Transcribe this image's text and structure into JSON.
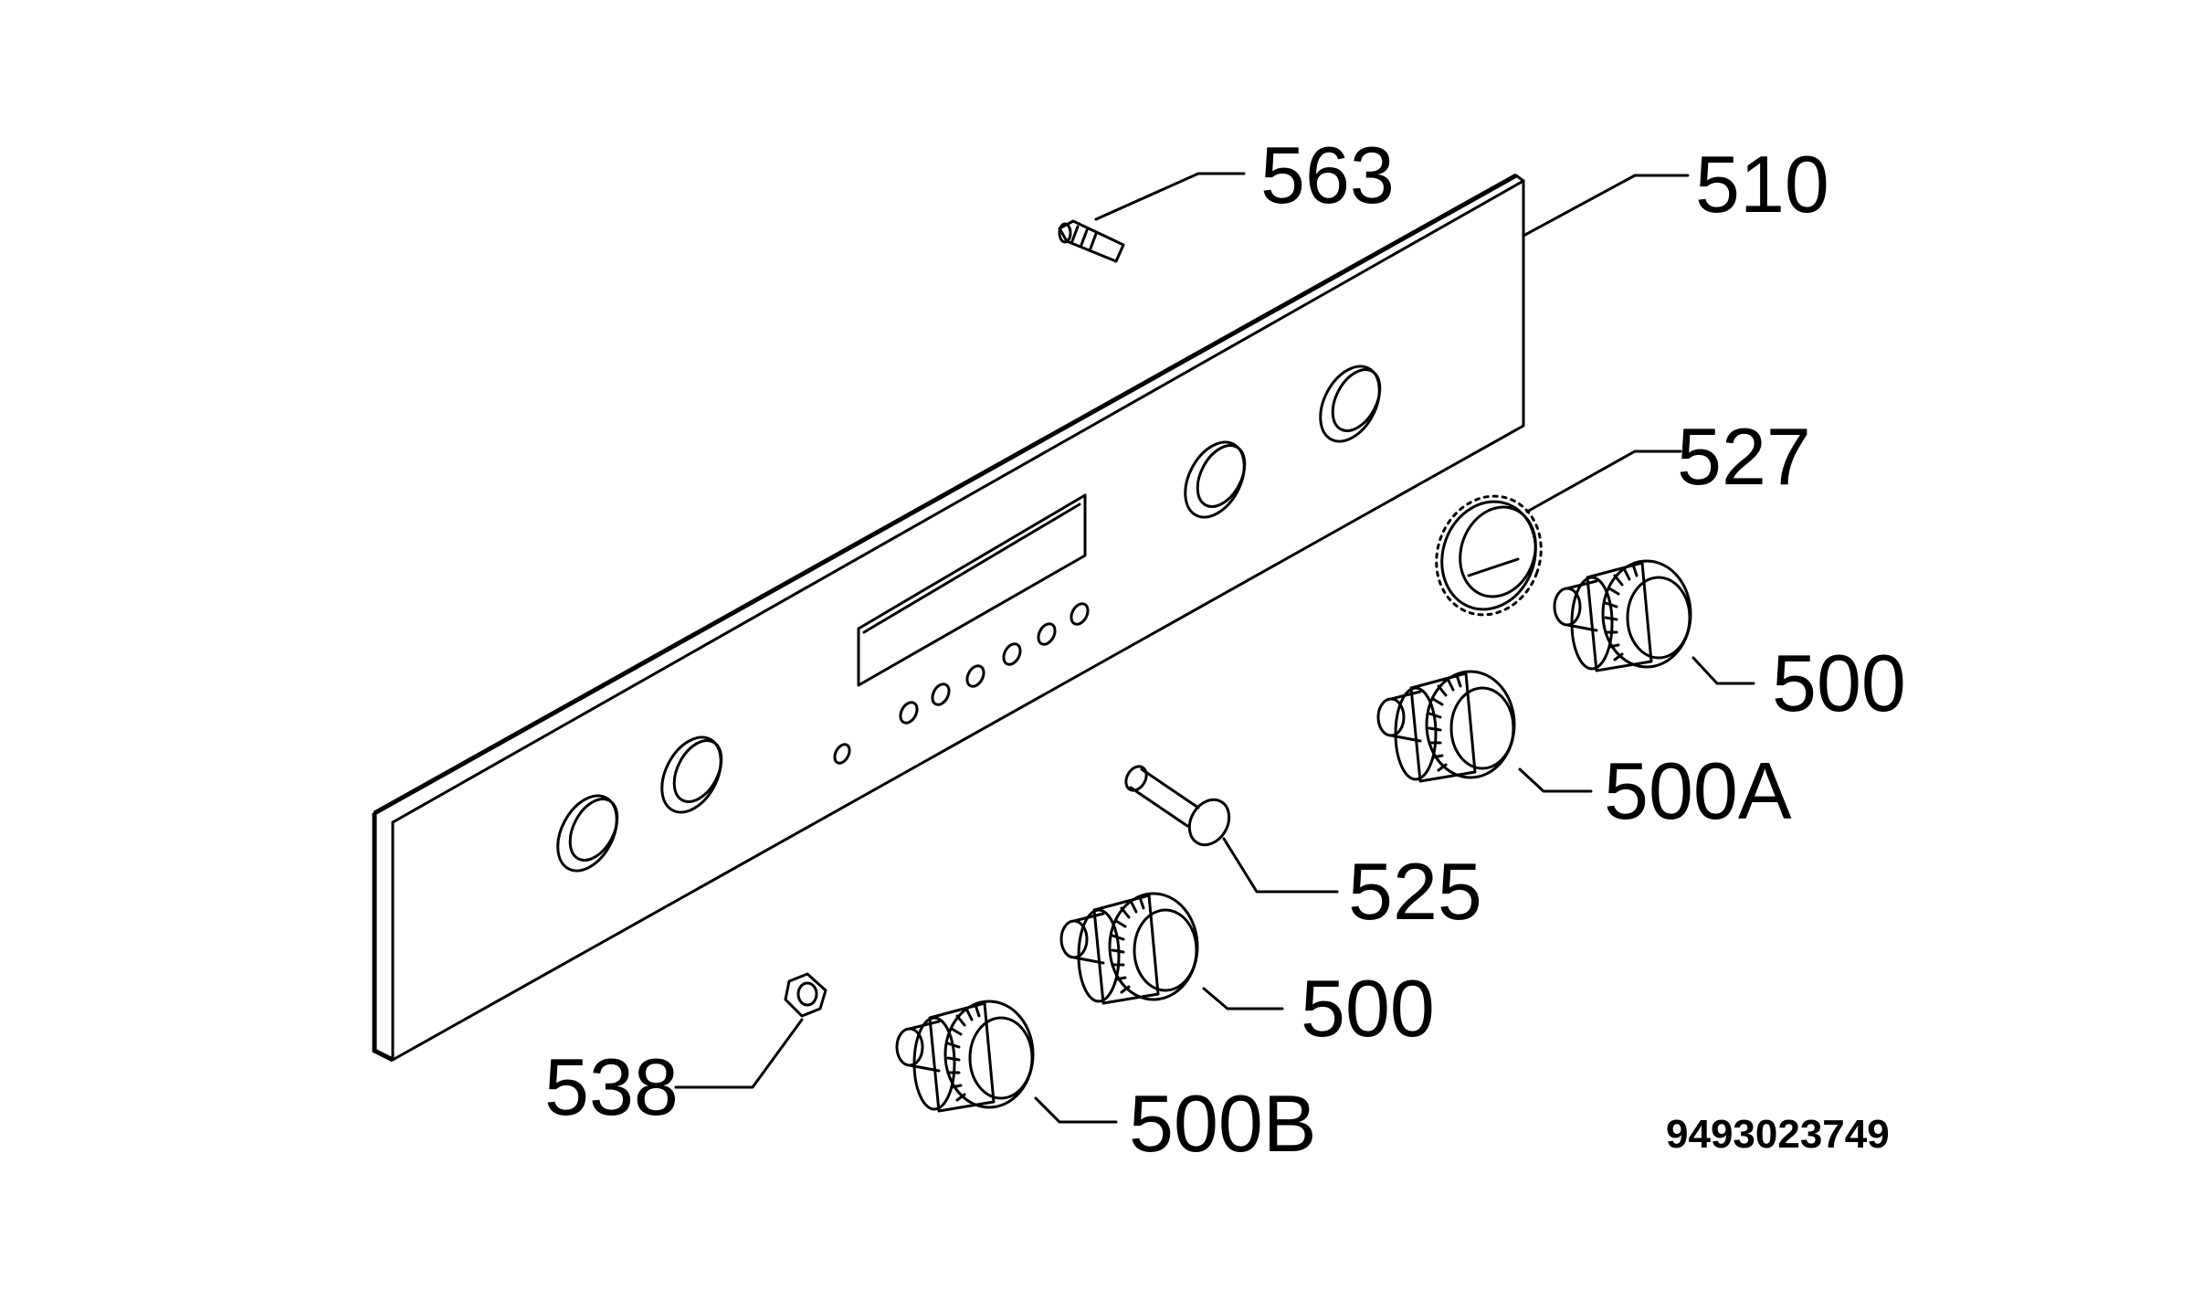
{
  "labels": {
    "p563": "563",
    "p510": "510",
    "p527": "527",
    "p500_top": "500",
    "p500A": "500A",
    "p525": "525",
    "p500_mid": "500",
    "p538": "538",
    "p500B": "500B"
  },
  "drawing_number": "9493023749"
}
